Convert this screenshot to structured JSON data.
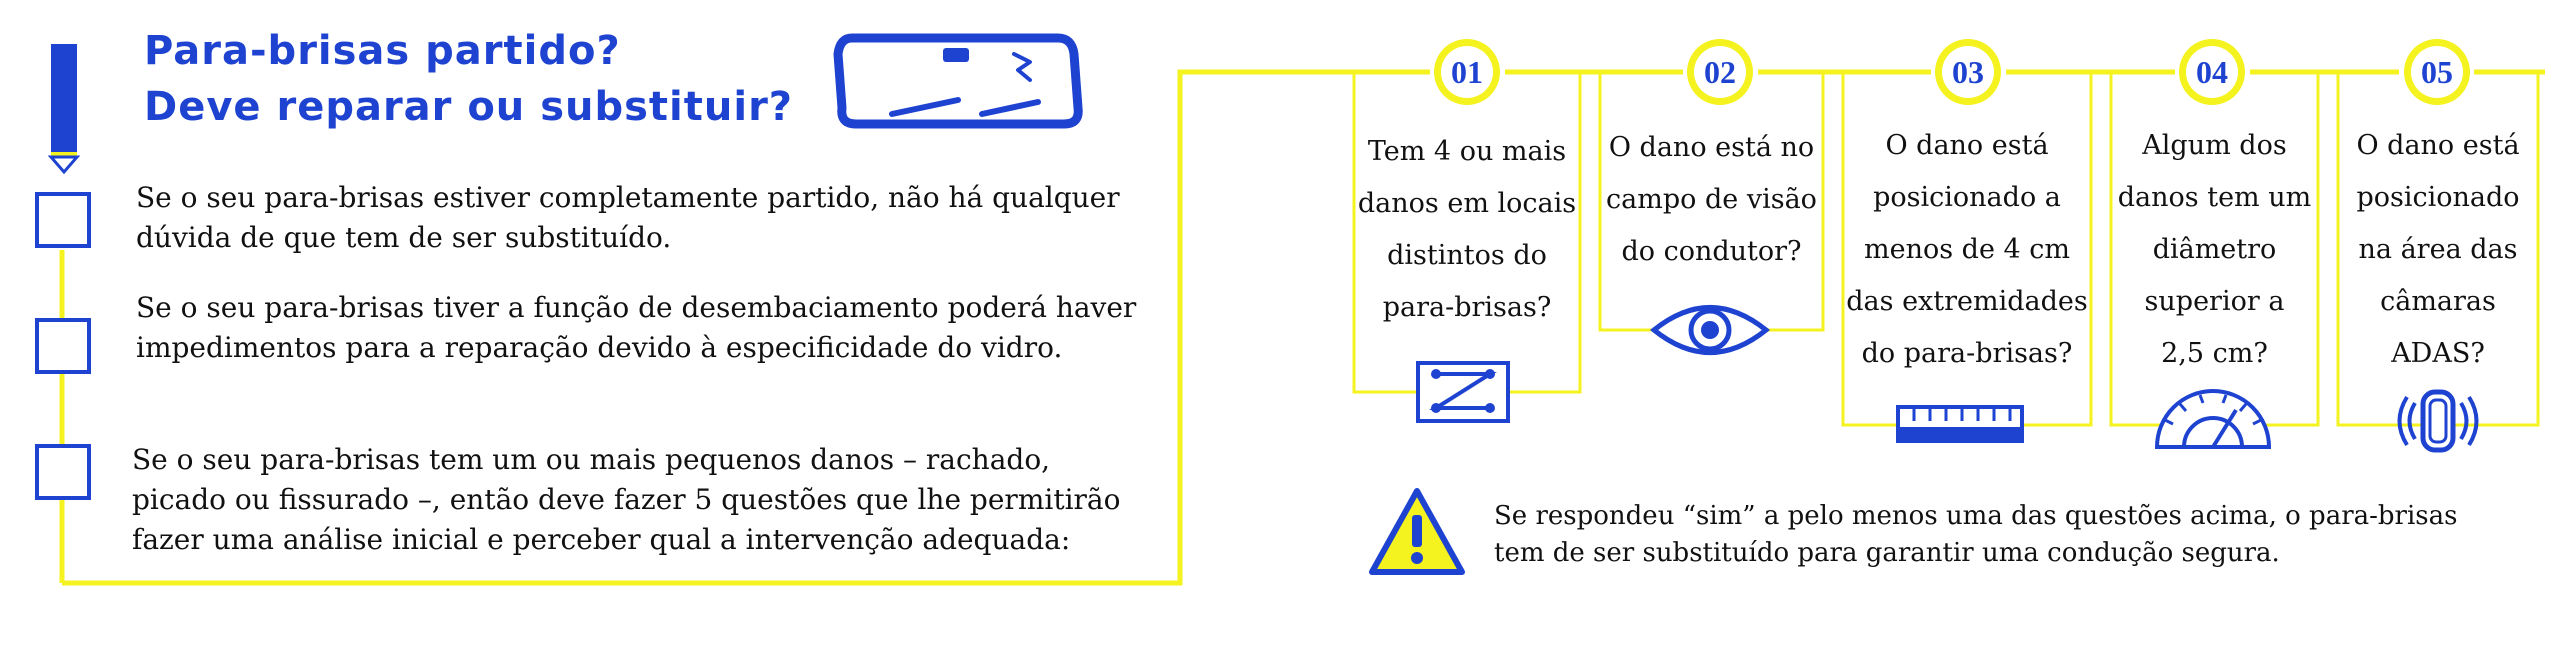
{
  "colors": {
    "accent_blue": "#1f43d1",
    "accent_yellow": "#f4f31f",
    "text": "#111111"
  },
  "header": {
    "title_line1": "Para-brisas partido?",
    "title_line2": "Deve reparar ou substituir?"
  },
  "intro": {
    "item1": [
      "Se o seu para-brisas estiver completamente partido, não há qualquer",
      "dúvida de que tem de ser substituído."
    ],
    "item2": [
      "Se o seu para-brisas tiver a função de desembaciamento poderá haver",
      "impedimentos para a reparação devido à especificidade do vidro."
    ],
    "item3": [
      "Se o seu para-brisas tem um ou mais pequenos danos – rachado,",
      "picado ou fissurado –, então deve fazer 5 questões que lhe permitirão",
      "fazer uma análise inicial e perceber qual a intervenção adequada:"
    ]
  },
  "questions": [
    {
      "number": "01",
      "lines": [
        "Tem 4 ou mais",
        "danos em locais",
        "distintos do",
        "para-brisas?"
      ],
      "icon": "zigzag-crack-icon"
    },
    {
      "number": "02",
      "lines": [
        "O dano está no",
        "campo de visão",
        "do condutor?"
      ],
      "icon": "eye-icon"
    },
    {
      "number": "03",
      "lines": [
        "O dano está",
        "posicionado a",
        "menos de 4 cm",
        "das extremidades",
        "do para-brisas?"
      ],
      "icon": "ruler-icon"
    },
    {
      "number": "04",
      "lines": [
        "Algum dos",
        "danos tem um",
        "diâmetro",
        "superior a",
        "2,5 cm?"
      ],
      "icon": "protractor-icon"
    },
    {
      "number": "05",
      "lines": [
        "O dano está",
        "posicionado",
        "na área das",
        "câmaras",
        "ADAS?"
      ],
      "icon": "adas-camera-icon"
    }
  ],
  "warning": {
    "icon": "warning-triangle-icon",
    "lines": [
      "Se respondeu “sim” a pelo menos uma das questões acima, o para-brisas",
      "tem de ser substituído para garantir uma condução segura."
    ]
  }
}
